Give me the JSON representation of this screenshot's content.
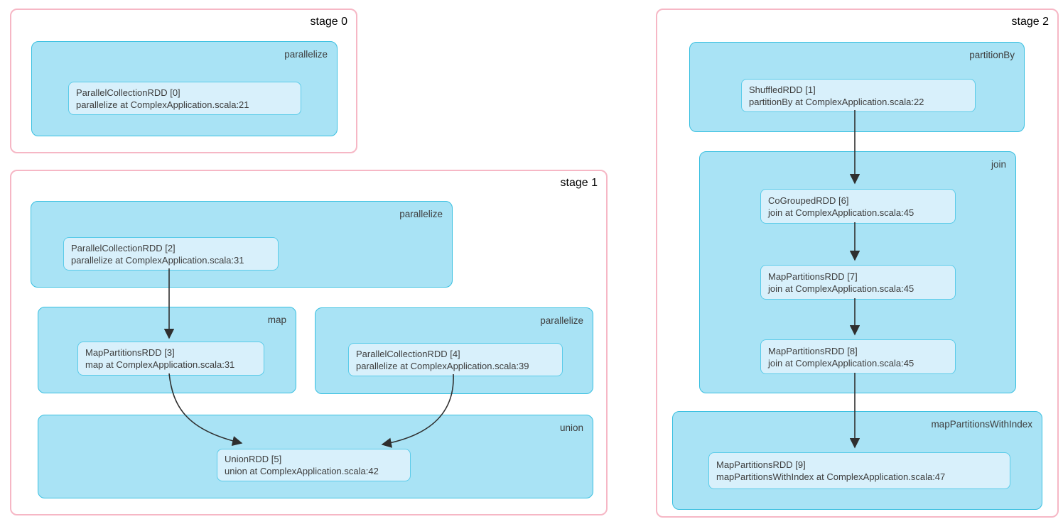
{
  "diagram_type": "spark-rdd-dag",
  "colors": {
    "stage_border": "#f6b7c5",
    "op_fill": "#a9e3f5",
    "op_border": "#38bfe0",
    "node_fill": "#d8f0fb",
    "node_border": "#5acbe9",
    "text": "#3d3d3d",
    "title": "#000000",
    "arrow": "#2f2f2f"
  },
  "stages": [
    {
      "title": "stage 0",
      "ops": [
        {
          "label": "parallelize",
          "nodes": [
            {
              "name": "ParallelCollectionRDD [0]",
              "callsite": "parallelize at ComplexApplication.scala:21"
            }
          ]
        }
      ]
    },
    {
      "title": "stage 1",
      "ops": [
        {
          "label": "parallelize",
          "nodes": [
            {
              "name": "ParallelCollectionRDD [2]",
              "callsite": "parallelize at ComplexApplication.scala:31"
            }
          ]
        },
        {
          "label": "map",
          "nodes": [
            {
              "name": "MapPartitionsRDD [3]",
              "callsite": "map at ComplexApplication.scala:31"
            }
          ]
        },
        {
          "label": "parallelize",
          "nodes": [
            {
              "name": "ParallelCollectionRDD [4]",
              "callsite": "parallelize at ComplexApplication.scala:39"
            }
          ]
        },
        {
          "label": "union",
          "nodes": [
            {
              "name": "UnionRDD [5]",
              "callsite": "union at ComplexApplication.scala:42"
            }
          ]
        }
      ]
    },
    {
      "title": "stage 2",
      "ops": [
        {
          "label": "partitionBy",
          "nodes": [
            {
              "name": "ShuffledRDD [1]",
              "callsite": "partitionBy at ComplexApplication.scala:22"
            }
          ]
        },
        {
          "label": "join",
          "nodes": [
            {
              "name": "CoGroupedRDD [6]",
              "callsite": "join at ComplexApplication.scala:45"
            },
            {
              "name": "MapPartitionsRDD [7]",
              "callsite": "join at ComplexApplication.scala:45"
            },
            {
              "name": "MapPartitionsRDD [8]",
              "callsite": "join at ComplexApplication.scala:45"
            }
          ]
        },
        {
          "label": "mapPartitionsWithIndex",
          "nodes": [
            {
              "name": "MapPartitionsRDD [9]",
              "callsite": "mapPartitionsWithIndex at ComplexApplication.scala:47"
            }
          ]
        }
      ]
    }
  ],
  "edges": [
    {
      "from": "ParallelCollectionRDD [2]",
      "to": "MapPartitionsRDD [3]"
    },
    {
      "from": "MapPartitionsRDD [3]",
      "to": "UnionRDD [5]"
    },
    {
      "from": "ParallelCollectionRDD [4]",
      "to": "UnionRDD [5]"
    },
    {
      "from": "ShuffledRDD [1]",
      "to": "CoGroupedRDD [6]"
    },
    {
      "from": "CoGroupedRDD [6]",
      "to": "MapPartitionsRDD [7]"
    },
    {
      "from": "MapPartitionsRDD [7]",
      "to": "MapPartitionsRDD [8]"
    },
    {
      "from": "MapPartitionsRDD [8]",
      "to": "MapPartitionsRDD [9]"
    }
  ]
}
